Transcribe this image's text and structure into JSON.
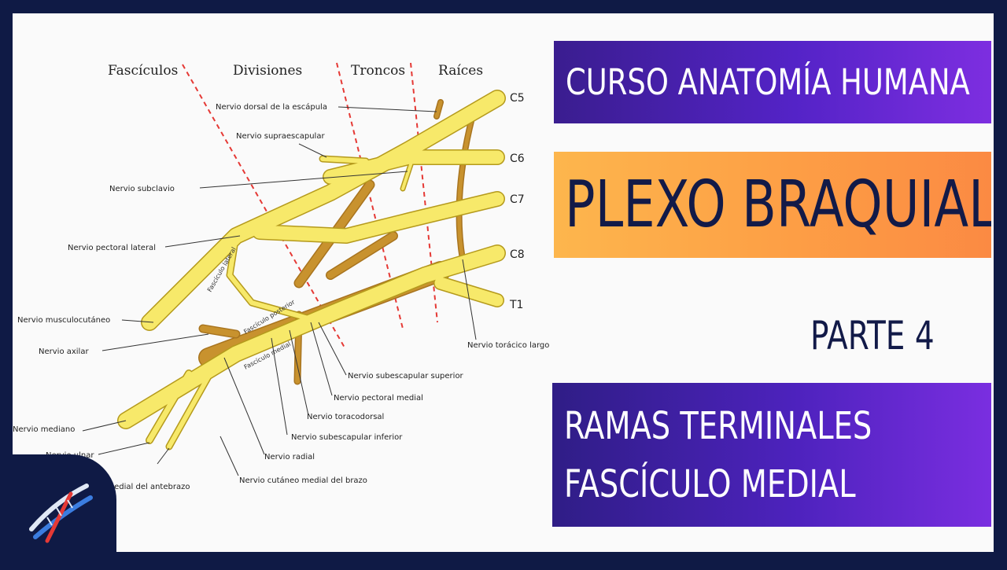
{
  "header": {
    "course": "CURSO ANATOMÍA HUMANA",
    "title": "PLEXO BRAQUIAL",
    "part": "PARTE 4",
    "subtitle_line1": "RAMAS TERMINALES",
    "subtitle_line2": "FASCÍCULO MEDIAL"
  },
  "diagram": {
    "columns": [
      "Fascículos",
      "Divisiones",
      "Troncos",
      "Raíces"
    ],
    "roots": [
      "C5",
      "C6",
      "C7",
      "C8",
      "T1"
    ],
    "fasciculi": [
      "Fascículo lateral",
      "Fascículo posterior",
      "Fascículo medial"
    ],
    "nerves": [
      "Nervio dorsal de la escápula",
      "Nervio supraescapular",
      "Nervio subclavio",
      "Nervio pectoral lateral",
      "Nervio musculocutáneo",
      "Nervio axilar",
      "Nervio mediano",
      "Nervio ulnar",
      "Nervio cutáneo medial del antebrazo",
      "Nervio cutáneo medial del brazo",
      "Nervio radial",
      "Nervio subescapular inferior",
      "Nervio toracodorsal",
      "Nervio pectoral medial",
      "Nervio subescapular superior",
      "Nervio torácico largo"
    ]
  },
  "colors": {
    "background": "#0f1a45",
    "nerve_yellow": "#f7e96a",
    "nerve_outline": "#b59a1c",
    "posterior_brown": "#c8922e",
    "divider_red": "#e53935",
    "course_banner": "#4b22b8",
    "title_banner": "#fca147",
    "title_text": "#121a48"
  },
  "logo": {
    "icon": "dna-icon"
  }
}
